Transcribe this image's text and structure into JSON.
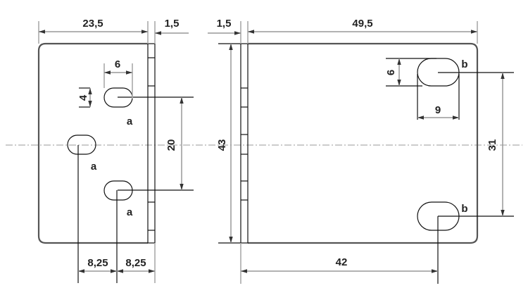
{
  "title": "Mounting bracket drawing",
  "left_view": {
    "dims": {
      "width": "23,5",
      "flange": "1,5",
      "slot_length": "6",
      "slot_height": "4",
      "slot_spacing": "20",
      "offset1": "8,25",
      "offset2": "8,25"
    },
    "slot_labels": [
      "a",
      "a",
      "a"
    ]
  },
  "right_view": {
    "dims": {
      "flange": "1,5",
      "width": "49,5",
      "height": "43",
      "slot_height": "6",
      "slot_length": "9",
      "slot_spacing": "31",
      "offset": "42"
    },
    "slot_labels": [
      "b",
      "b"
    ]
  }
}
